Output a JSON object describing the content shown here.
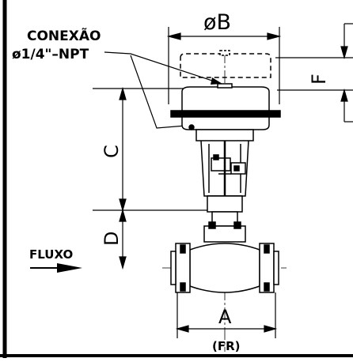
{
  "diagram": {
    "connection_label_line1": "CONEXÃO",
    "connection_label_line2": "ø1/4\"–NPT",
    "dim_b": "øB",
    "dim_f": "F",
    "dim_c": "C",
    "dim_d": "D",
    "dim_a": "A",
    "dim_a_sub": "(FR)",
    "flow_label": "FLUXO"
  }
}
